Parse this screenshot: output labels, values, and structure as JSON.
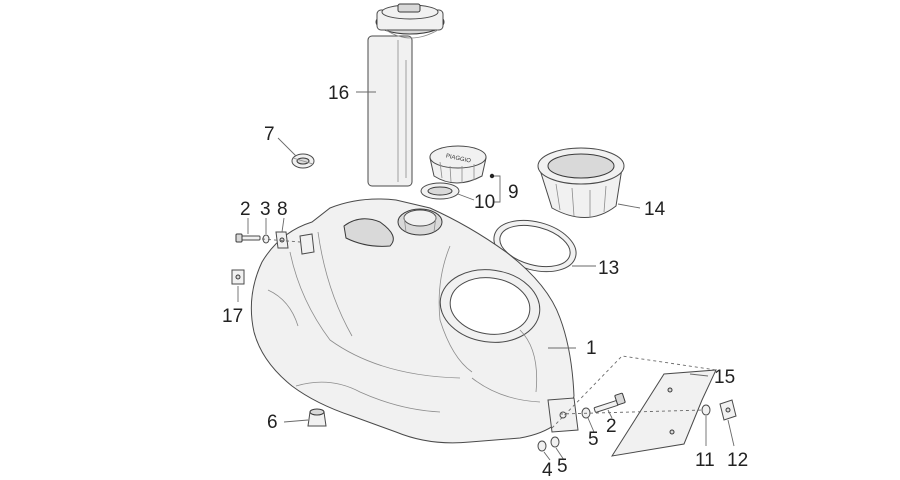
{
  "callouts": {
    "c1": "1",
    "c2a": "2",
    "c2b": "2",
    "c3": "3",
    "c4": "4",
    "c5a": "5",
    "c5b": "5",
    "c6": "6",
    "c7": "7",
    "c8": "8",
    "c9": "9",
    "c10": "10",
    "c11": "11",
    "c12": "12",
    "c13": "13",
    "c14": "14",
    "c15": "15",
    "c16": "16",
    "c17": "17"
  },
  "cap_label": "PIAGGIO"
}
